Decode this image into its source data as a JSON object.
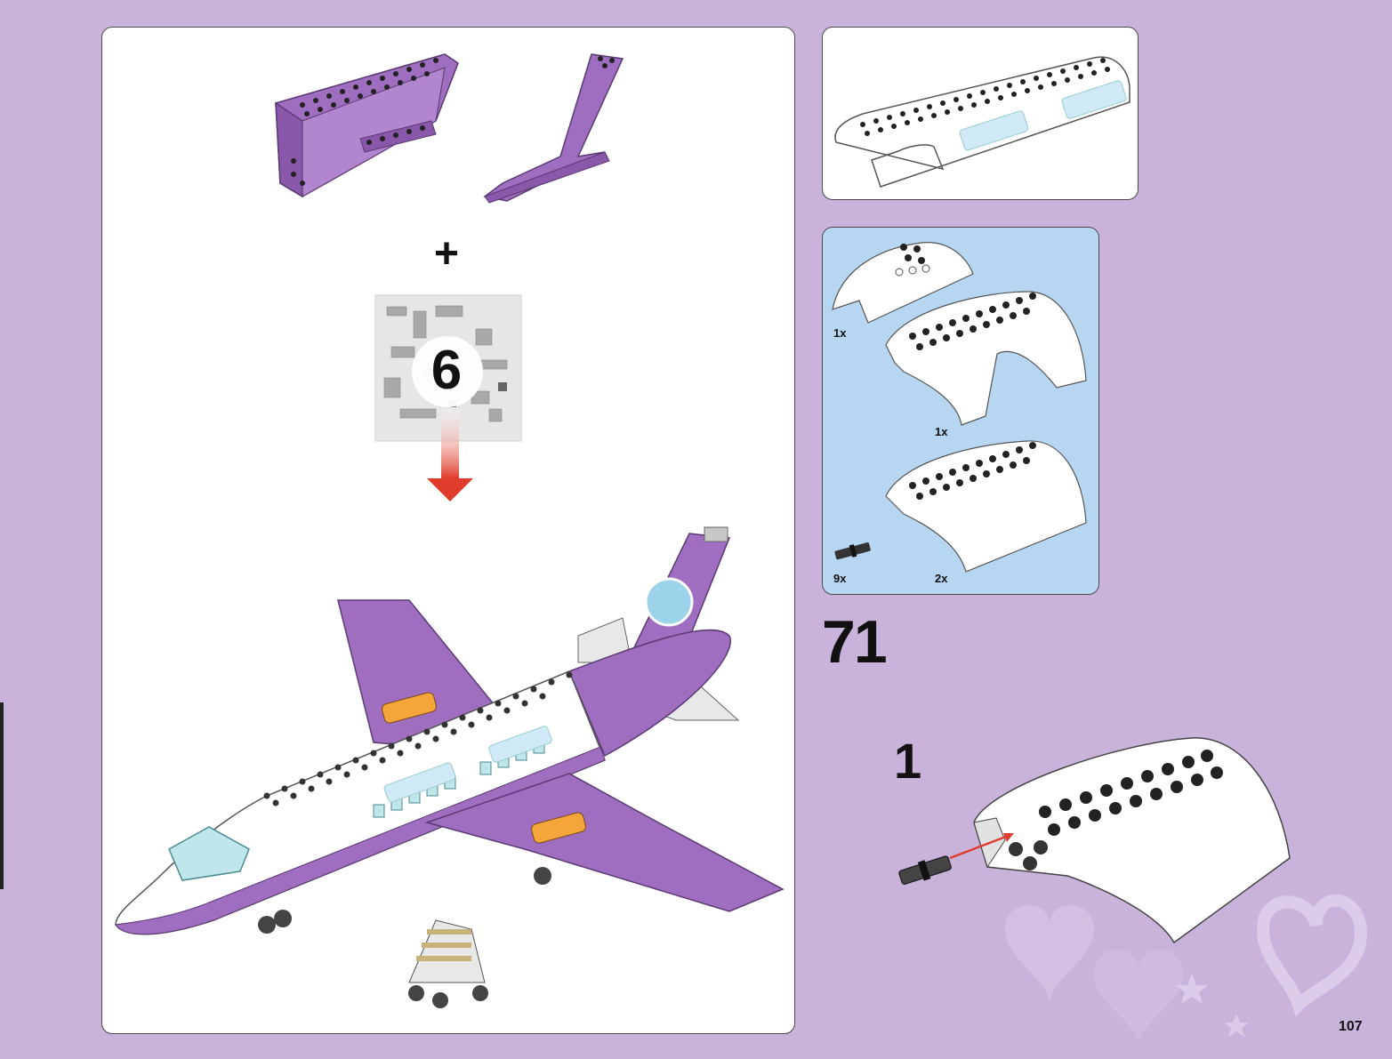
{
  "bag": {
    "number": "6"
  },
  "plus": "+",
  "parts_list": {
    "quantities": [
      "1x",
      "1x",
      "9x",
      "2x"
    ]
  },
  "step": {
    "number": "71"
  },
  "substep": {
    "number": "1"
  },
  "page": {
    "number": "107"
  },
  "colors": {
    "background": "#c9b3db",
    "parts_panel": "#b6d6f2",
    "purple_part": "#a06ec0",
    "arrow_red": "#e03c2c"
  }
}
